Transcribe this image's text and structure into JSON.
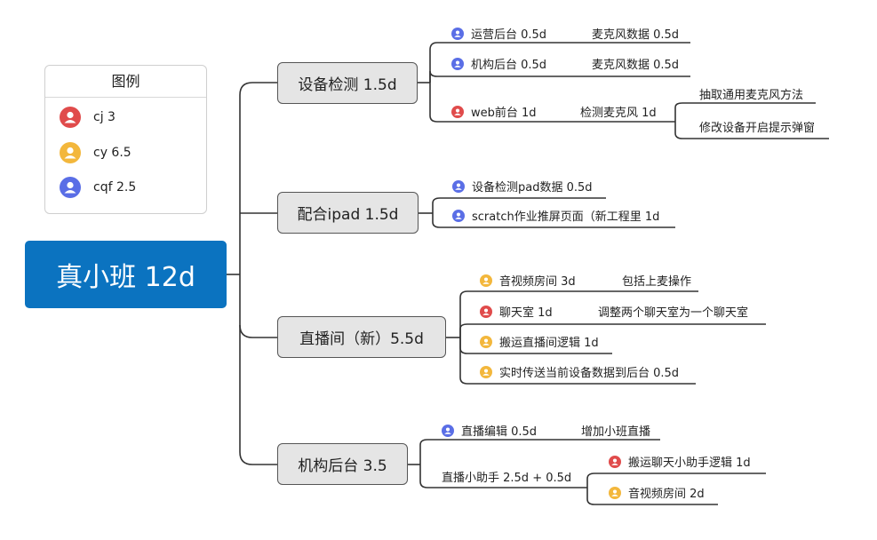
{
  "colors": {
    "red": "#e04b4b",
    "orange": "#f3b73c",
    "blue": "#5a6ee6",
    "root": "#0b73c0"
  },
  "legend": {
    "title": "图例",
    "items": [
      {
        "label": "cj 3",
        "color": "red",
        "icon": "person-icon"
      },
      {
        "label": "cy 6.5",
        "color": "orange",
        "icon": "person-icon"
      },
      {
        "label": "cqf 2.5",
        "color": "blue",
        "icon": "person-icon"
      }
    ]
  },
  "root": {
    "label": "真小班 12d"
  },
  "branches": [
    {
      "label": "设备检测 1.5d",
      "items": [
        {
          "label": "运营后台 0.5d",
          "color": "blue",
          "child": "麦克风数据 0.5d"
        },
        {
          "label": "机构后台 0.5d",
          "color": "blue",
          "child": "麦克风数据 0.5d"
        },
        {
          "label": "web前台 1d",
          "color": "red",
          "child": "检测麦克风 1d",
          "subchildren": [
            "抽取通用麦克风方法",
            "修改设备开启提示弹窗"
          ]
        }
      ]
    },
    {
      "label": "配合ipad 1.5d",
      "items": [
        {
          "label": "设备检测pad数据 0.5d",
          "color": "blue"
        },
        {
          "label": "scratch作业推屏页面（新工程里 1d",
          "color": "blue"
        }
      ]
    },
    {
      "label": "直播间（新）5.5d",
      "items": [
        {
          "label": "音视频房间 3d",
          "color": "orange",
          "child": "包括上麦操作"
        },
        {
          "label": "聊天室 1d",
          "color": "red",
          "child": "调整两个聊天室为一个聊天室"
        },
        {
          "label": "搬运直播间逻辑 1d",
          "color": "orange"
        },
        {
          "label": "实时传送当前设备数据到后台 0.5d",
          "color": "orange"
        }
      ]
    },
    {
      "label": "机构后台 3.5",
      "items": [
        {
          "label": "直播编辑 0.5d",
          "color": "blue",
          "child": "增加小班直播"
        },
        {
          "label": "直播小助手 2.5d + 0.5d",
          "children": [
            {
              "label": "搬运聊天小助手逻辑 1d",
              "color": "red"
            },
            {
              "label": "音视频房间 2d",
              "color": "orange"
            }
          ]
        }
      ]
    }
  ]
}
